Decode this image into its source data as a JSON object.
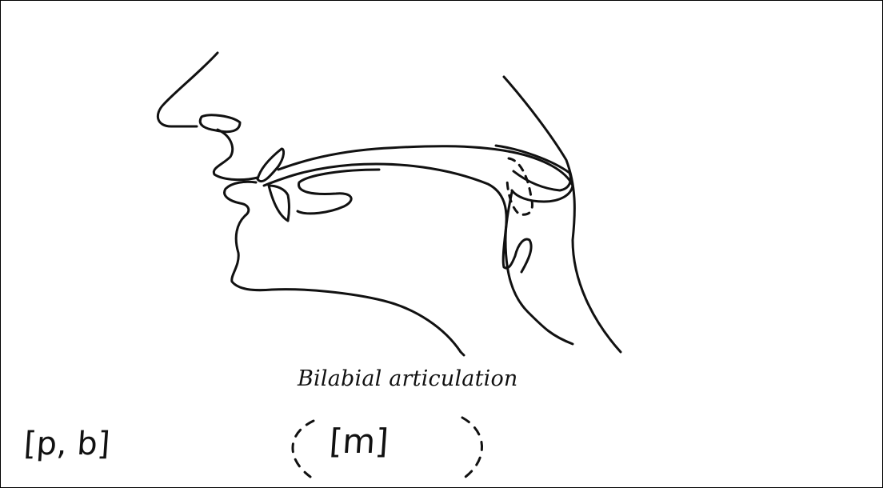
{
  "caption": "Bilabial articulation",
  "sounds": [
    {
      "text": "[p, b]",
      "nasal": false
    },
    {
      "text": "[m]",
      "nasal": true
    }
  ],
  "colors": {
    "ink": "#111111",
    "background": "#ffffff"
  }
}
